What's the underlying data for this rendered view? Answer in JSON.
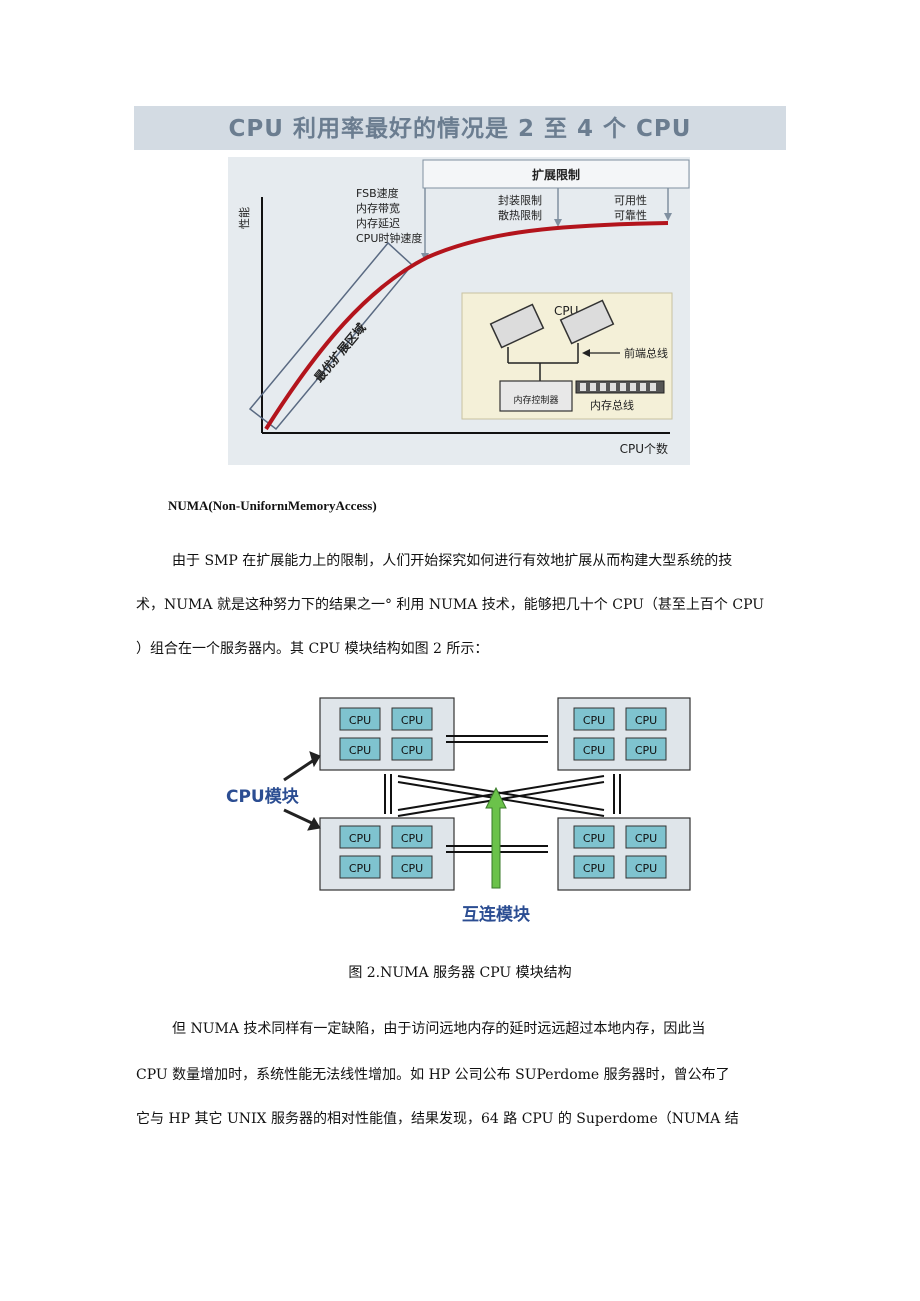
{
  "banner": {
    "title": "CPU 利用率最好的情况是 2 至 4 个 CPU"
  },
  "figure1": {
    "y_axis_label": "性能",
    "x_axis_label": "CPU个数",
    "expansion_limit": "扩展限制",
    "limits_left": [
      "FSB速度",
      "内存带宽",
      "内存延迟",
      "CPU时钟速度"
    ],
    "limits_middle": [
      "封装限制",
      "散热限制"
    ],
    "limits_right": [
      "可用性",
      "可靠性"
    ],
    "optimal_zone": "最优扩展区域",
    "inset": {
      "cpu_label": "CPU",
      "front_bus_label": "前端总线",
      "memory_controller_label": "内存控制器",
      "memory_bus_label": "内存总线"
    }
  },
  "heading": "NUMA(Non-UnifornıMemoryAccess)",
  "paragraph1": {
    "line1": "由于 SMP 在扩展能力上的限制，人们开始探究如何进行有效地扩展从而构建大型系统的技",
    "line2": "术，NUMA 就是这种努力下的结果之一°  利用 NUMA 技术，能够把几十个 CPU（甚至上百个 CPU",
    "line3": "）组合在一个服务器内。其 CPU 模块结构如图 2 所示："
  },
  "figure2": {
    "cpu_label": "CPU",
    "cpu_module_label": "CPU模块",
    "interconnect_label": "互连模块"
  },
  "caption": "图 2.NUMA 服务器 CPU 模块结构",
  "paragraph2": {
    "line1": "但 NUMA 技术同样有一定缺陷，由于访问远地内存的延时远远超过本地内存，因此当",
    "line2": "CPU 数量增加时，系统性能无法线性增加。如 HP 公司公布 SUPerdome 服务器时，曾公布了",
    "line3": "它与 HP 其它 UNIX 服务器的相对性能值，结果发现，64 路 CPU 的 Superdome（NUMA 结"
  }
}
